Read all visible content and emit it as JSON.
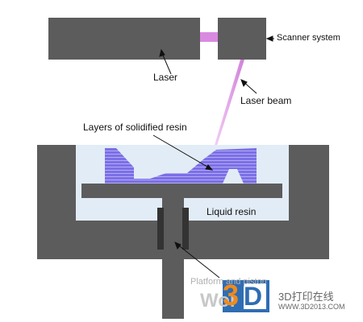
{
  "labels": {
    "laser": "Laser",
    "scanner_system": "Scanner system",
    "laser_beam": "Laser beam",
    "layers": "Layers of solidified resin",
    "liquid_resin": "Liquid resin",
    "platform_piston": "Platform and piston"
  },
  "watermark": {
    "wor": "Wor",
    "three": "3",
    "d": "D",
    "cn": "3D打印在线",
    "url": "WWW.3D2013.COM"
  },
  "colors": {
    "machine_gray": "#5c5c5c",
    "resin_liquid": "#e2ecf6",
    "solid_resin": "#7b6fe6",
    "beam": "#d98ae0",
    "watermark_orange": "#f08a1c",
    "watermark_blue": "#2f6db3"
  }
}
